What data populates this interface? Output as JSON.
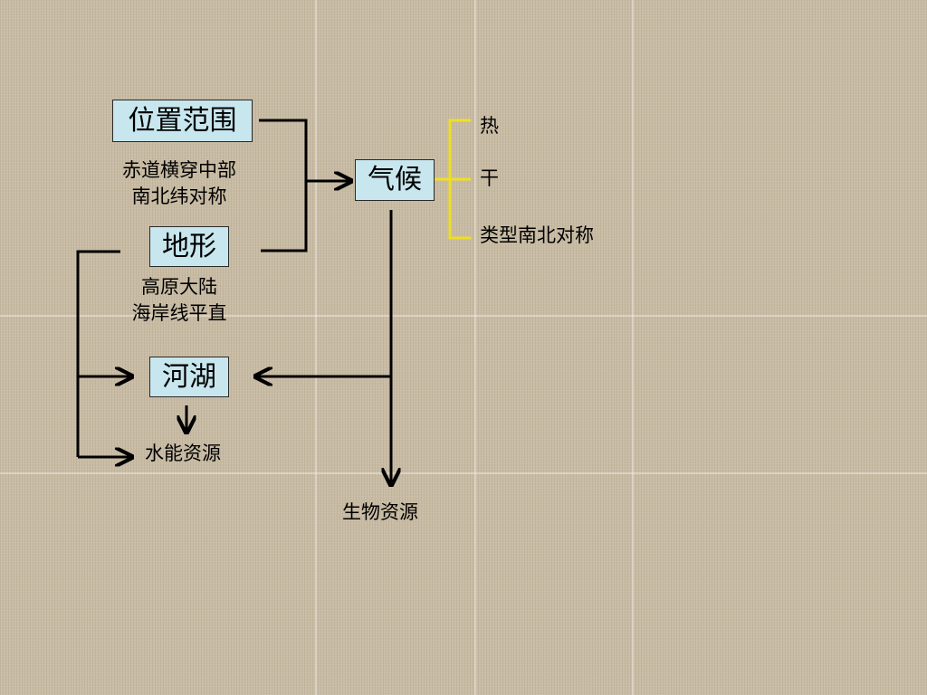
{
  "nodes": {
    "location": "位置范围",
    "climate": "气候",
    "terrain": "地形",
    "rivers": "河湖"
  },
  "notes": {
    "location_line1": "赤道横穿中部",
    "location_line2": "南北纬对称",
    "terrain_line1": "高原大陆",
    "terrain_line2": "海岸线平直"
  },
  "climate_traits": [
    "热",
    "干",
    "类型南北对称"
  ],
  "outcomes": {
    "hydropower": "水能资源",
    "biological": "生物资源"
  },
  "colors": {
    "box_fill": "#c8e6ee",
    "bracket": "#f0e020",
    "line": "#000000"
  }
}
